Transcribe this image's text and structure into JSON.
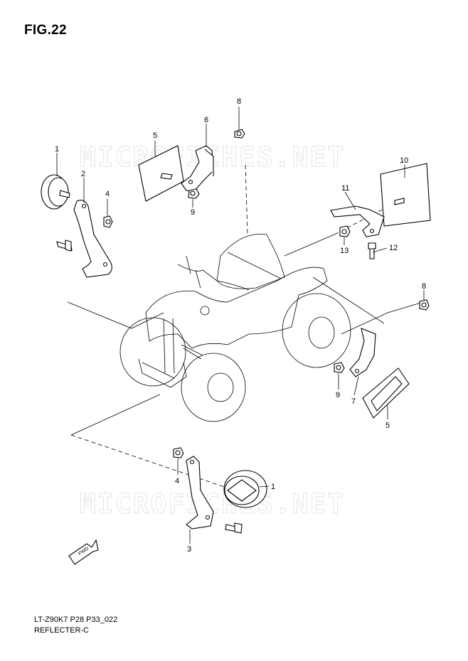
{
  "figure": {
    "title": "FIG.22"
  },
  "footer": {
    "model_code": "LT-Z90K7 P28 P33_022",
    "section_name": "REFLECTER-C"
  },
  "watermark": {
    "text": "MICROFICHES.NET"
  },
  "fwd_label": "FWD",
  "callouts": [
    {
      "id": "c1a",
      "label": "1"
    },
    {
      "id": "c2",
      "label": "2"
    },
    {
      "id": "c4a",
      "label": "4"
    },
    {
      "id": "c5a",
      "label": "5"
    },
    {
      "id": "c6",
      "label": "6"
    },
    {
      "id": "c8a",
      "label": "8"
    },
    {
      "id": "c9a",
      "label": "9"
    },
    {
      "id": "c10",
      "label": "10"
    },
    {
      "id": "c11",
      "label": "11"
    },
    {
      "id": "c12",
      "label": "12"
    },
    {
      "id": "c13",
      "label": "13"
    },
    {
      "id": "c8b",
      "label": "8"
    },
    {
      "id": "c9b",
      "label": "9"
    },
    {
      "id": "c7",
      "label": "7"
    },
    {
      "id": "c5b",
      "label": "5"
    },
    {
      "id": "c4b",
      "label": "4"
    },
    {
      "id": "c1b",
      "label": "1"
    },
    {
      "id": "c3",
      "label": "3"
    }
  ]
}
